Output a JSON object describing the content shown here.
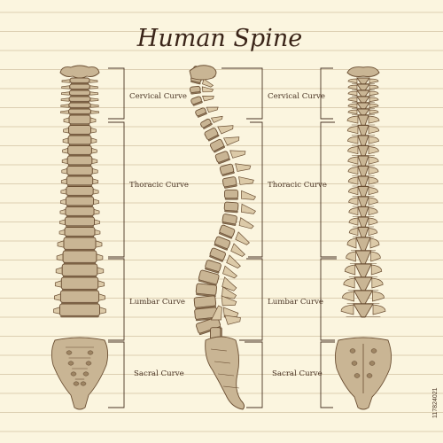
{
  "title": "Human Spine",
  "views": [
    {
      "id": "front",
      "labels": [
        "Cervical Curve",
        "Thoracic Curve",
        "Lumbar Curve",
        "Sacral Curve"
      ]
    },
    {
      "id": "side",
      "labels": [
        "Cervical Curve",
        "Thoracic Curve",
        "Lumbar Curve",
        "Sacral Curve"
      ]
    },
    {
      "id": "back",
      "labels": [
        "Cervical Curve",
        "Thoracic Curve",
        "Lumbar Curve",
        "Sacral Curve"
      ]
    }
  ],
  "watermark": "117824021",
  "colors": {
    "background": "#fbf5df",
    "bone": "#c9b594",
    "outline": "#6b4f33",
    "text": "#4a3424"
  }
}
